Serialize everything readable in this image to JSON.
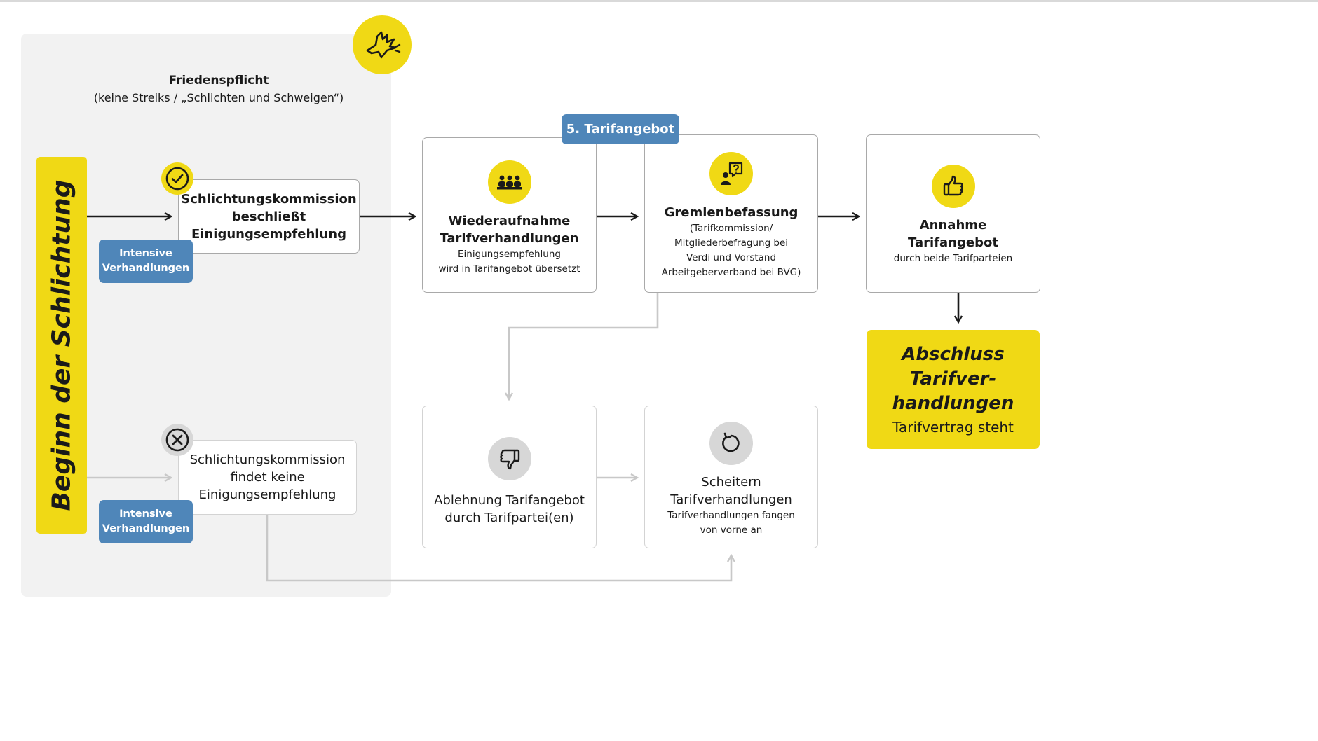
{
  "peace": {
    "title": "Friedenspflicht",
    "subtitle": "(keine Streiks / „Schlichten und Schweigen“)"
  },
  "begin_label": "Beginn der Schlichtung",
  "success": {
    "box_line1": "Schlichtungskommission",
    "box_line2": "beschließt",
    "box_line3": "Einigungsempfehlung",
    "tag_line1": "Intensive",
    "tag_line2": "Verhandlungen"
  },
  "failure": {
    "box_line1": "Schlichtungskommission",
    "box_line2": "findet keine",
    "box_line3": "Einigungsempfehlung",
    "tag_line1": "Intensive",
    "tag_line2": "Verhandlungen"
  },
  "offer_tag": "5. Tarifangebot",
  "resume": {
    "title_line1": "Wiederaufnahme",
    "title_line2": "Tarifverhandlungen",
    "desc_line1": "Einigungsempfehlung",
    "desc_line2": "wird in Tarifangebot übersetzt"
  },
  "committee": {
    "title": "Gremienbefassung",
    "desc_line1": "(Tarifkommission/",
    "desc_line2": "Mitgliederbefragung bei",
    "desc_line3": "Verdi und Vorstand",
    "desc_line4": "Arbeitgeberverband bei BVG)"
  },
  "accept": {
    "title_line1": "Annahme",
    "title_line2": "Tarifangebot",
    "desc": "durch beide Tarifparteien"
  },
  "final": {
    "line1": "Abschluss",
    "line2": "Tarifver-",
    "line3": "handlungen",
    "sub": "Tarifvertrag steht"
  },
  "reject": {
    "line1": "Ablehnung Tarifangebot",
    "line2": "durch Tarifpartei(en)"
  },
  "fail_neg": {
    "title_line1": "Scheitern",
    "title_line2": "Tarifverhandlungen",
    "desc_line1": "Tarifverhandlungen fangen",
    "desc_line2": "von vorne an"
  },
  "icons": {
    "dove": "dove-icon",
    "check": "check-circle-icon",
    "cross": "x-circle-icon",
    "group": "group-icon",
    "question": "person-question-icon",
    "thumbs_up": "thumbs-up-icon",
    "thumbs_down": "thumbs-down-icon",
    "restart": "restart-icon"
  },
  "colors": {
    "yellow": "#f0d915",
    "blue": "#4f86b9",
    "gray_area": "#f2f2f2",
    "dark_line": "#1a1a1a",
    "light_line": "#c8c8c8"
  }
}
